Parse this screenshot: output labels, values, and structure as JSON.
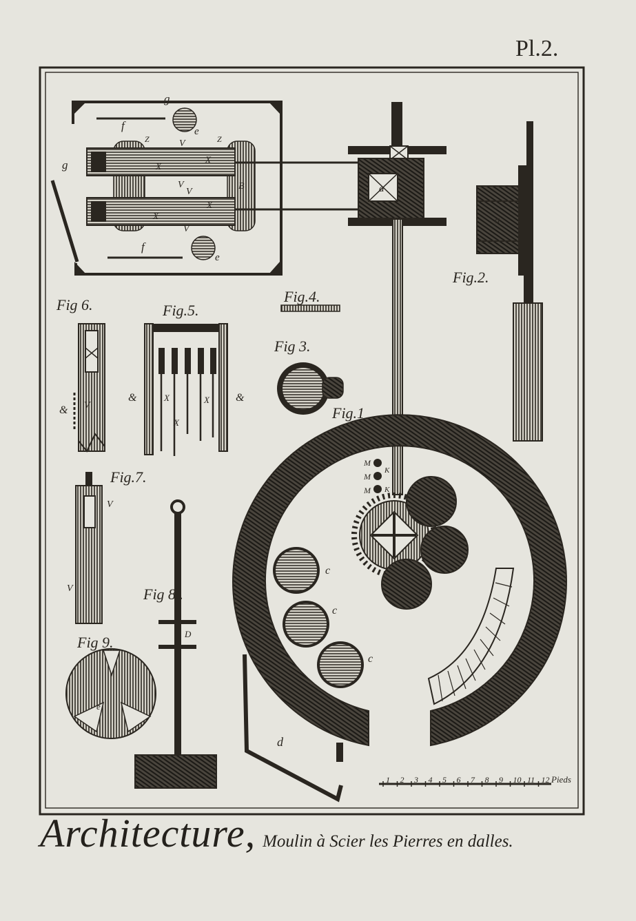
{
  "plate": "Pl.2.",
  "caption": {
    "title": "Architecture,",
    "subtitle": "Moulin à Scier les Pierres en dalles."
  },
  "figures": {
    "fig1": "Fig.1",
    "fig2": "Fig.2.",
    "fig3": "Fig 3.",
    "fig4": "Fig.4.",
    "fig5": "Fig.5.",
    "fig6": "Fig 6.",
    "fig7": "Fig.7.",
    "fig8": "Fig 8..",
    "fig9": "Fig 9."
  },
  "scale": {
    "ticks": [
      "1",
      "2",
      "3",
      "4",
      "5",
      "6",
      "7",
      "8",
      "9",
      "10",
      "11",
      "12"
    ],
    "unit": "Pieds"
  },
  "letters": {
    "a": "a",
    "b": "B",
    "c": "c",
    "d": "d",
    "e": "e",
    "f": "f",
    "g": "g",
    "v": "V",
    "x": "X",
    "z": "Z",
    "m": "M",
    "k": "K",
    "amp": "&",
    "cap_d": "D"
  },
  "colors": {
    "paper": "#e6e5de",
    "ink": "#2a2620",
    "shade": "#3d3932"
  }
}
